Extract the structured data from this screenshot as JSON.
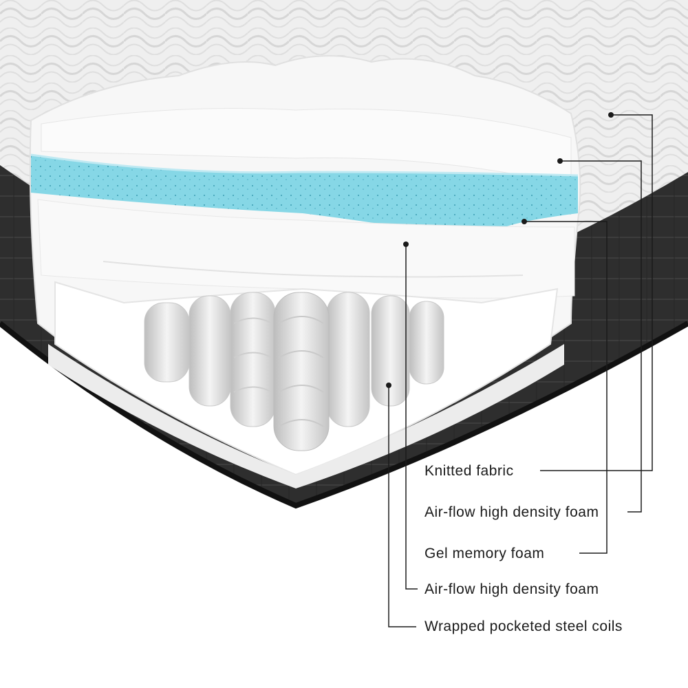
{
  "diagram": {
    "subject": "pocket spring mattress cross-section",
    "layers": [
      {
        "label": "Knitted fabric"
      },
      {
        "label": "Air-flow high density foam"
      },
      {
        "label": "Gel memory foam",
        "color": "#7fd3e3"
      },
      {
        "label": "Air-flow high density foam"
      },
      {
        "label": "Wrapped pocketed steel coils"
      }
    ]
  },
  "colors": {
    "gel": "#7fd3e3",
    "border": "#2b2b2b",
    "leader": "#1a1a1a",
    "quilt": "#eeeeee",
    "foam": "#f6f6f6"
  }
}
